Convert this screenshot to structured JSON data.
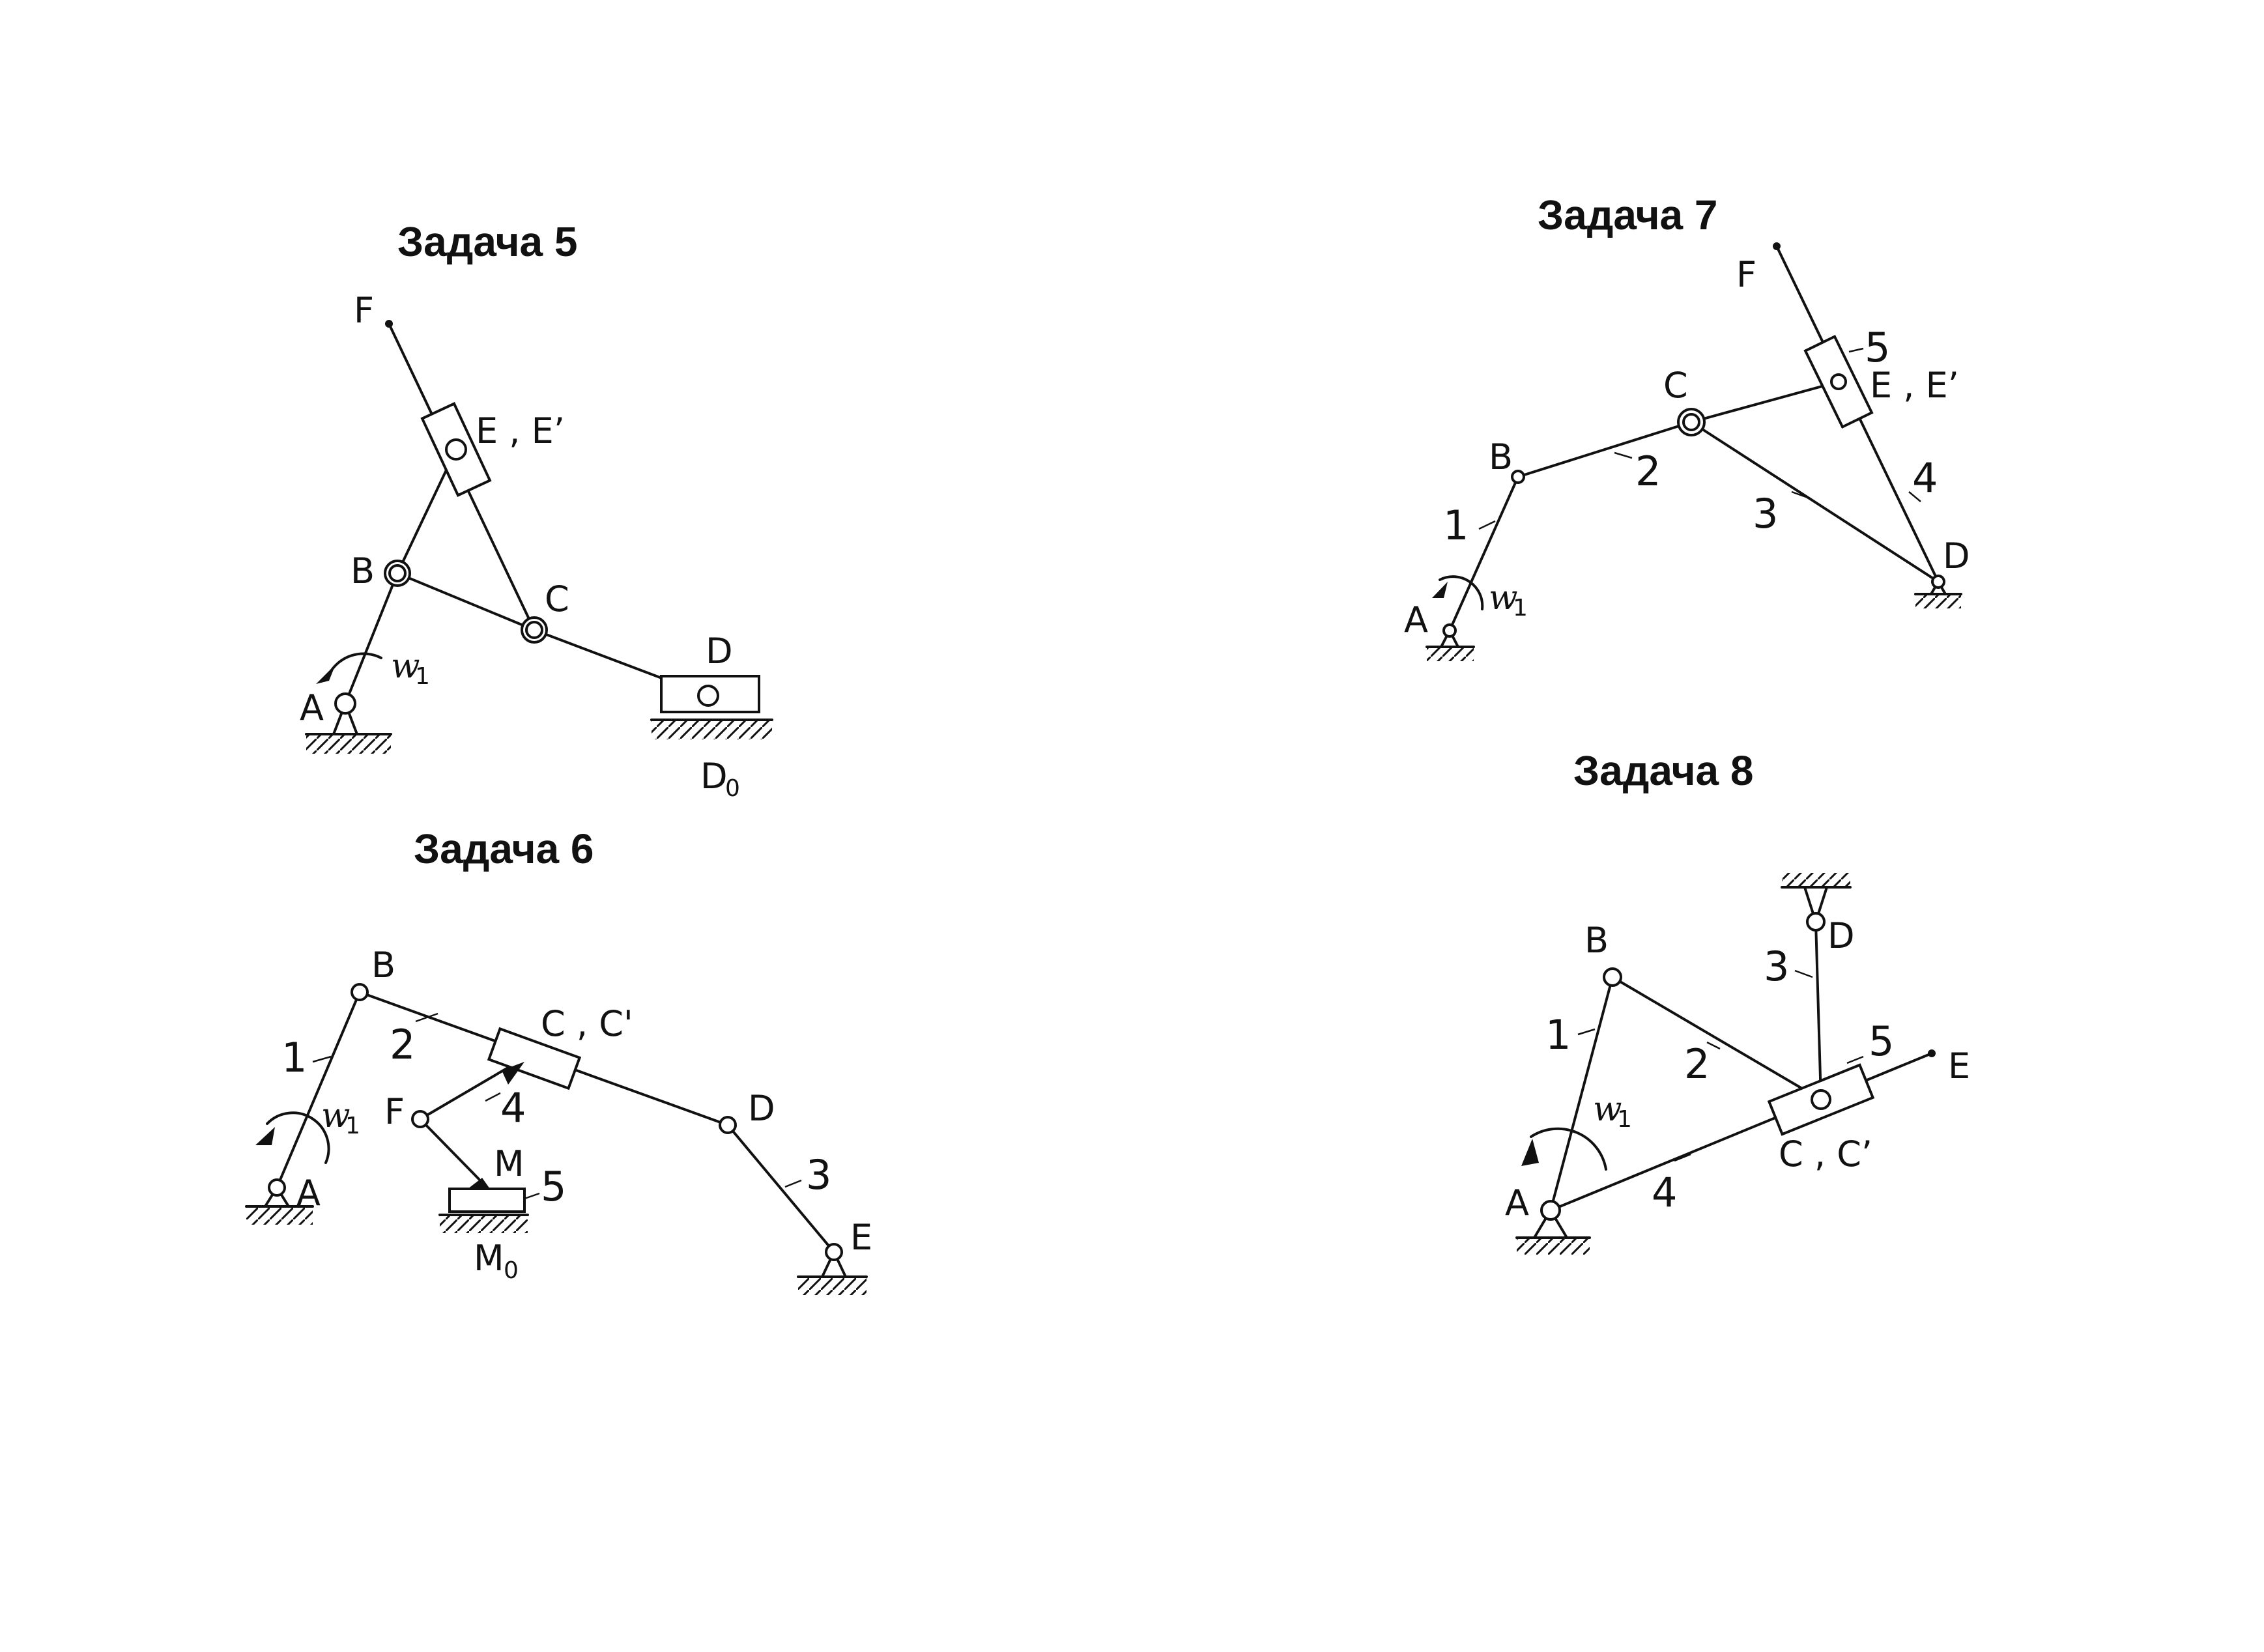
{
  "problems": [
    {
      "title": "Задача 5",
      "labels": {
        "F": "F",
        "E": "E , E’",
        "B": "B",
        "C": "C",
        "D": "D",
        "A": "A",
        "D0": "D",
        "D0_sub": "0",
        "omega": "w",
        "omega_sub": "1"
      }
    },
    {
      "title": "Задача 6",
      "labels": {
        "B": "B",
        "C": "C , C'",
        "F": "F",
        "M": "M",
        "D": "D",
        "A": "A",
        "E": "E",
        "M0": "M",
        "M0_sub": "0",
        "omega": "w",
        "omega_sub": "1",
        "n1": "1",
        "n2": "2",
        "n3": "3",
        "n4": "4",
        "n5": "5"
      }
    },
    {
      "title": "Задача 7",
      "labels": {
        "F": "F",
        "E": "E , E’",
        "C": "C",
        "B": "B",
        "D": "D",
        "A": "A",
        "omega": "w",
        "omega_sub": "1",
        "n1": "1",
        "n2": "2",
        "n3": "3",
        "n4": "4",
        "n5": "5"
      }
    },
    {
      "title": "Задача 8",
      "labels": {
        "B": "B",
        "D": "D",
        "E": "E",
        "C": "C , C’",
        "A": "A",
        "omega": "w",
        "omega_sub": "1",
        "n1": "1",
        "n2": "2",
        "n3": "3",
        "n4": "4",
        "n5": "5"
      }
    }
  ]
}
